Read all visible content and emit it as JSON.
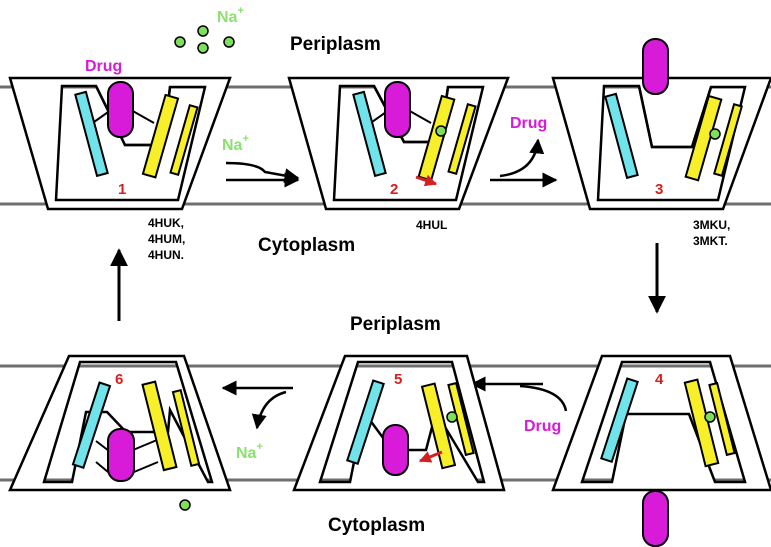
{
  "regions": {
    "periplasm_top": "Periplasm",
    "cytoplasm_top": "Cytoplasm",
    "periplasm_bottom": "Periplasm",
    "cytoplasm_bottom": "Cytoplasm"
  },
  "labels": {
    "drug": "Drug",
    "na": "Na",
    "na_sup": "+"
  },
  "states": [
    {
      "number": "1",
      "pdb": [
        "4HUK,",
        "4HUM,",
        "4HUN."
      ]
    },
    {
      "number": "2",
      "pdb": [
        "4HUL"
      ]
    },
    {
      "number": "3",
      "pdb": [
        "3MKU,",
        "3MKT."
      ]
    },
    {
      "number": "4",
      "pdb": []
    },
    {
      "number": "5",
      "pdb": []
    },
    {
      "number": "6",
      "pdb": []
    }
  ],
  "colors": {
    "drug": "#d81bd8",
    "sodium": "#7ee05a",
    "na_text": "#8be070",
    "helix_cyan": "#70e4ea",
    "helix_yellow": "#f7ef2a",
    "state_number": "#d42020",
    "small_arrow": "#d42020",
    "membrane_line": "#6e6e6e"
  }
}
